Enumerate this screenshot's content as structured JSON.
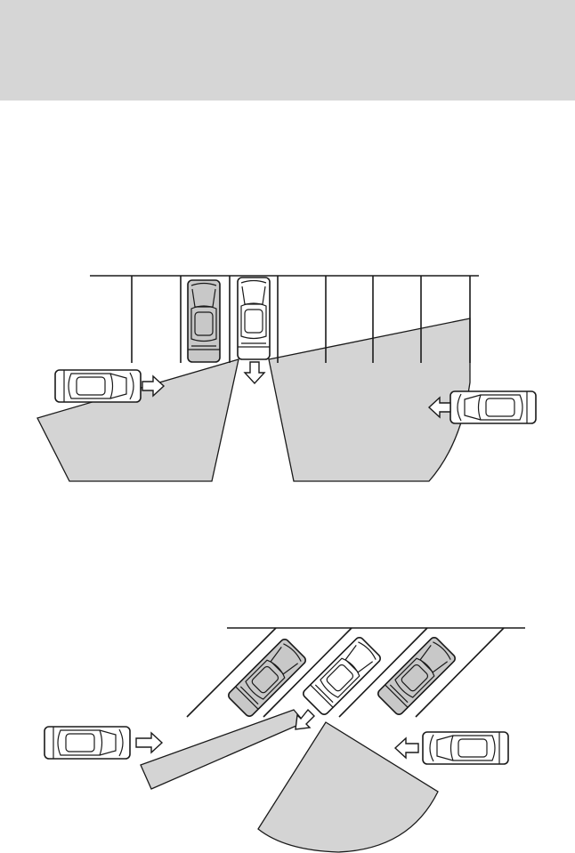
{
  "colors": {
    "header_band": "#d6d6d6",
    "blind_zone": "#d4d4d4",
    "parked_car_fill": "#c8c8c8",
    "your_car_fill": "#ffffff",
    "passing_car_fill": "#ffffff",
    "line_color": "#1a1a1a"
  },
  "diagrams": [
    {
      "name": "perpendicular-parking",
      "parking_stalls": 8,
      "cars": [
        "parked-car-left",
        "reversing-car",
        "approaching-car-left",
        "approaching-car-right"
      ]
    },
    {
      "name": "angled-parking",
      "parking_stalls": 4,
      "cars": [
        "parked-car-left",
        "reversing-car",
        "parked-car-right",
        "approaching-car-left",
        "approaching-car-right"
      ]
    }
  ]
}
